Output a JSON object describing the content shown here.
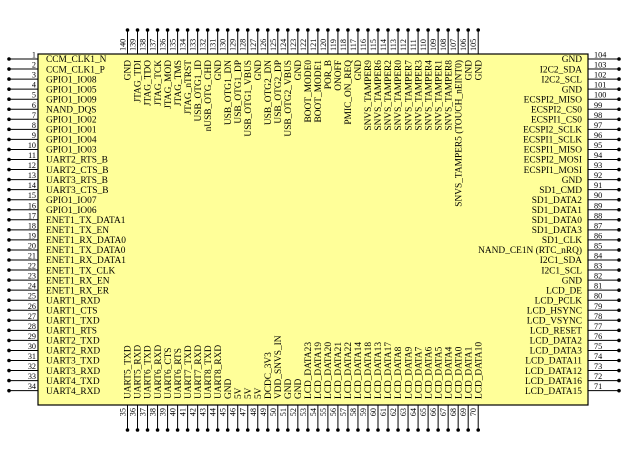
{
  "colors": {
    "body_fill": "#ffff99",
    "line": "#000000"
  },
  "left_pins": [
    {
      "num": "1",
      "label": "CCM_CLK1_N"
    },
    {
      "num": "2",
      "label": "CCM_CLK1_P"
    },
    {
      "num": "3",
      "label": "GPIO1_IO08"
    },
    {
      "num": "4",
      "label": "GPIO1_IO05"
    },
    {
      "num": "5",
      "label": "GPIO1_IO09"
    },
    {
      "num": "6",
      "label": "NAND_DQS"
    },
    {
      "num": "7",
      "label": "GPIO1_IO02"
    },
    {
      "num": "8",
      "label": "GPIO1_IO01"
    },
    {
      "num": "9",
      "label": "GPIO1_IO04"
    },
    {
      "num": "10",
      "label": "GPIO1_IO03"
    },
    {
      "num": "11",
      "label": "UART2_RTS_B"
    },
    {
      "num": "12",
      "label": "UART2_CTS_B"
    },
    {
      "num": "13",
      "label": "UART3_RTS_B"
    },
    {
      "num": "14",
      "label": "UART3_CTS_B"
    },
    {
      "num": "15",
      "label": "GPIO1_IO07"
    },
    {
      "num": "16",
      "label": "GPIO1_IO06"
    },
    {
      "num": "17",
      "label": "ENET1_TX_DATA1"
    },
    {
      "num": "18",
      "label": "ENET1_TX_EN"
    },
    {
      "num": "19",
      "label": "ENET1_RX_DATA0"
    },
    {
      "num": "20",
      "label": "ENET1_TX_DATA0"
    },
    {
      "num": "21",
      "label": "ENET1_RX_DATA1"
    },
    {
      "num": "22",
      "label": "ENET1_TX_CLK"
    },
    {
      "num": "23",
      "label": "ENET1_RX_EN"
    },
    {
      "num": "24",
      "label": "ENET1_RX_ER"
    },
    {
      "num": "25",
      "label": "UART1_RXD"
    },
    {
      "num": "26",
      "label": "UART1_CTS"
    },
    {
      "num": "27",
      "label": "UART1_TXD"
    },
    {
      "num": "28",
      "label": "UART1_RTS"
    },
    {
      "num": "29",
      "label": "UART2_TXD"
    },
    {
      "num": "30",
      "label": "UART2_RXD"
    },
    {
      "num": "31",
      "label": "UART3_TXD"
    },
    {
      "num": "32",
      "label": "UART3_RXD"
    },
    {
      "num": "33",
      "label": "UART4_TXD"
    },
    {
      "num": "34",
      "label": "UART4_RXD"
    }
  ],
  "right_pins": [
    {
      "num": "104",
      "label": "GND"
    },
    {
      "num": "103",
      "label": "I2C2_SDA"
    },
    {
      "num": "102",
      "label": "I2C2_SCL"
    },
    {
      "num": "101",
      "label": "GND"
    },
    {
      "num": "100",
      "label": "ECSPI2_MISO"
    },
    {
      "num": "99",
      "label": "ECSPI2_CS0"
    },
    {
      "num": "98",
      "label": "ECSPI1_CS0"
    },
    {
      "num": "97",
      "label": "ECSPI2_SCLK"
    },
    {
      "num": "96",
      "label": "ECSPI1_SCLK"
    },
    {
      "num": "95",
      "label": "ECSPI1_MISO"
    },
    {
      "num": "94",
      "label": "ECSPI2_MOSI"
    },
    {
      "num": "93",
      "label": "ECSPI1_MOSI"
    },
    {
      "num": "92",
      "label": "GND"
    },
    {
      "num": "91",
      "label": "SD1_CMD"
    },
    {
      "num": "90",
      "label": "SD1_DATA2"
    },
    {
      "num": "89",
      "label": "SD1_DATA1"
    },
    {
      "num": "88",
      "label": "SD1_DATA0"
    },
    {
      "num": "87",
      "label": "SD1_DATA3"
    },
    {
      "num": "86",
      "label": "SD1_CLK"
    },
    {
      "num": "85",
      "label": "NAND_CE1N (RTC_nRQ)"
    },
    {
      "num": "84",
      "label": "I2C1_SDA"
    },
    {
      "num": "83",
      "label": "I2C1_SCL"
    },
    {
      "num": "82",
      "label": "GND"
    },
    {
      "num": "81",
      "label": "LCD_DE"
    },
    {
      "num": "80",
      "label": "LCD_PCLK"
    },
    {
      "num": "79",
      "label": "LCD_HSYNC"
    },
    {
      "num": "78",
      "label": "LCD_VSYNC"
    },
    {
      "num": "77",
      "label": "LCD_RESET"
    },
    {
      "num": "76",
      "label": "LCD_DATA2"
    },
    {
      "num": "75",
      "label": "LCD_DATA3"
    },
    {
      "num": "74",
      "label": "LCD_DATA11"
    },
    {
      "num": "73",
      "label": "LCD_DATA12"
    },
    {
      "num": "72",
      "label": "LCD_DATA16"
    },
    {
      "num": "71",
      "label": "LCD_DATA15"
    }
  ],
  "top_pins": [
    {
      "num": "140",
      "label": "GND"
    },
    {
      "num": "139",
      "label": "JTAG_TDI"
    },
    {
      "num": "138",
      "label": "JTAG_TDO"
    },
    {
      "num": "137",
      "label": "JTAG_TCK"
    },
    {
      "num": "136",
      "label": "JTAG_MOD"
    },
    {
      "num": "135",
      "label": "JTAG_TMS"
    },
    {
      "num": "134",
      "label": "JTAG_nTRST"
    },
    {
      "num": "133",
      "label": "USB_OTG1_ID"
    },
    {
      "num": "132",
      "label": "nUSB_OTG_CHD"
    },
    {
      "num": "131",
      "label": "GND"
    },
    {
      "num": "130",
      "label": "USB_OTG1_DN"
    },
    {
      "num": "129",
      "label": "USB_OTG1_DP"
    },
    {
      "num": "128",
      "label": "USB_OTG1_VBUS"
    },
    {
      "num": "127",
      "label": "GND"
    },
    {
      "num": "126",
      "label": "USB_OTG2_DN"
    },
    {
      "num": "125",
      "label": "USB_OTG2_DP"
    },
    {
      "num": "124",
      "label": "USB_OTG2_VBUS"
    },
    {
      "num": "123",
      "label": "GND"
    },
    {
      "num": "122",
      "label": "BOOT_MODE0"
    },
    {
      "num": "121",
      "label": "BOOT_MODE1"
    },
    {
      "num": "120",
      "label": "POR_B"
    },
    {
      "num": "119",
      "label": "ONOFF"
    },
    {
      "num": "118",
      "label": "PMIC_ON_REQ"
    },
    {
      "num": "117",
      "label": "GND"
    },
    {
      "num": "116",
      "label": "SNVS_TAMPER9"
    },
    {
      "num": "115",
      "label": "SNVS_TAMPER6"
    },
    {
      "num": "114",
      "label": "SNVS_TAMPER2"
    },
    {
      "num": "113",
      "label": "SNVS_TAMPER0"
    },
    {
      "num": "112",
      "label": "SNVS_TAMPER7"
    },
    {
      "num": "111",
      "label": "SNVS_TAMPER3"
    },
    {
      "num": "110",
      "label": "SNVS_TAMPER4"
    },
    {
      "num": "109",
      "label": "SNVS_TAMPER1"
    },
    {
      "num": "108",
      "label": "SNVS_TAMPER8"
    },
    {
      "num": "107",
      "label": "SNVS_TAMPER5 (TOUCH_nEINT0)"
    },
    {
      "num": "106",
      "label": "GND"
    },
    {
      "num": "105",
      "label": "GND"
    }
  ],
  "bottom_pins": [
    {
      "num": "35",
      "label": "UART5_TXD"
    },
    {
      "num": "36",
      "label": "UART5_RXD"
    },
    {
      "num": "37",
      "label": "UART6_TXD"
    },
    {
      "num": "38",
      "label": "UART6_RXD"
    },
    {
      "num": "39",
      "label": "UART6_CTS"
    },
    {
      "num": "40",
      "label": "UART6_RTS"
    },
    {
      "num": "41",
      "label": "UART7_TXD"
    },
    {
      "num": "42",
      "label": "UART7_RXD"
    },
    {
      "num": "43",
      "label": "UART8_TXD"
    },
    {
      "num": "44",
      "label": "UART8_RXD"
    },
    {
      "num": "45",
      "label": "GND"
    },
    {
      "num": "46",
      "label": "5V"
    },
    {
      "num": "47",
      "label": "5V"
    },
    {
      "num": "48",
      "label": "5V"
    },
    {
      "num": "49",
      "label": "DCDC_3V3"
    },
    {
      "num": "50",
      "label": "VDD_SNVS_IN"
    },
    {
      "num": "51",
      "label": "GND"
    },
    {
      "num": "52",
      "label": "GND"
    },
    {
      "num": "53",
      "label": "LCD_DATA23"
    },
    {
      "num": "54",
      "label": "LCD_DATA19"
    },
    {
      "num": "55",
      "label": "LCD_DATA20"
    },
    {
      "num": "56",
      "label": "LCD_DATA21"
    },
    {
      "num": "57",
      "label": "LCD_DATA22"
    },
    {
      "num": "58",
      "label": "LCD_DATA14"
    },
    {
      "num": "59",
      "label": "LCD_DATA18"
    },
    {
      "num": "60",
      "label": "LCD_DATA13"
    },
    {
      "num": "61",
      "label": "LCD_DATA17"
    },
    {
      "num": "62",
      "label": "LCD_DATA8"
    },
    {
      "num": "63",
      "label": "LCD_DATA9"
    },
    {
      "num": "64",
      "label": "LCD_DATA7"
    },
    {
      "num": "65",
      "label": "LCD_DATA6"
    },
    {
      "num": "66",
      "label": "LCD_DATA5"
    },
    {
      "num": "67",
      "label": "LCD_DATA4"
    },
    {
      "num": "68",
      "label": "LCD_DATA0"
    },
    {
      "num": "69",
      "label": "LCD_DATA1"
    },
    {
      "num": "70",
      "label": "LCD_DATA10"
    }
  ]
}
